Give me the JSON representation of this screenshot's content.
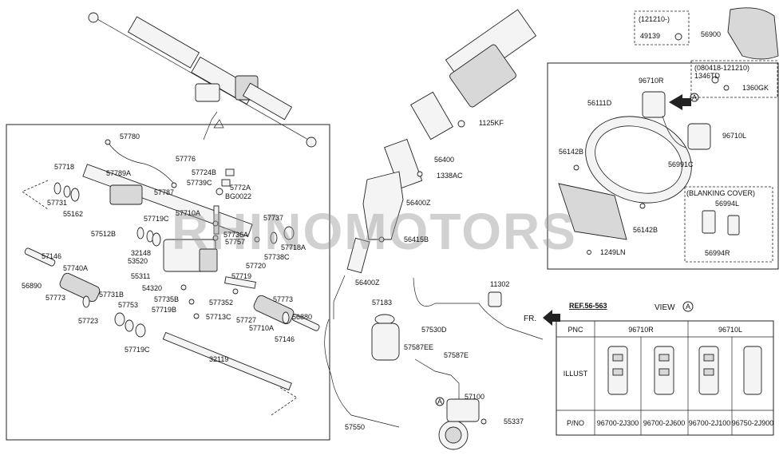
{
  "watermark": "RHINOMOTORS",
  "labels": {
    "p57780": "57780",
    "p57776": "57776",
    "p57718a": "57718",
    "p57724b": "57724B",
    "p57789a": "57789A",
    "p57787": "57787",
    "p57739c": "57739C",
    "p5772a": "5772A",
    "p57731": "57731",
    "pbg0022": "BG0022",
    "p55162": "55162",
    "p57710a_top": "57710A",
    "p57719c_top": "57719C",
    "p57737": "57737",
    "p57512b": "57512B",
    "p57736a": "57736A",
    "p32148": "32148",
    "p57757": "57757",
    "p57718a2": "57718A",
    "p53520": "53520",
    "p57738c": "57738C",
    "p57720": "57720",
    "p57146_l": "57146",
    "p57740a": "57740A",
    "p56890": "56890",
    "p55311": "55311",
    "p57719": "57719",
    "p54320": "54320",
    "p57773_l": "57773",
    "p57731b": "57731B",
    "p57735b": "57735B",
    "p57352": "577352",
    "p57773_r": "57773",
    "p57753": "57753",
    "p57719b": "57719B",
    "p57723": "57723",
    "p57713c": "57713C",
    "p57727": "57727",
    "p56880": "56880",
    "p57710a_bot": "57710A",
    "p57146_r": "57146",
    "p57719c_bot": "57719C",
    "p32119": "32119",
    "p1125kf": "1125KF",
    "p56400": "56400",
    "p1338ac": "1338AC",
    "p56400z": "56400Z",
    "p56415b": "56415B",
    "p56400z2": "56400Z",
    "p57183": "57183",
    "p57530d": "57530D",
    "p11302": "11302",
    "p57587ee": "57587EE",
    "p57587e": "57587E",
    "p57100": "57100",
    "p55337": "55337",
    "p57550": "57550",
    "pref": "REF.56-563",
    "pfr": "FR.",
    "p121210": "(121210-)",
    "p49139": "49139",
    "p56900": "56900",
    "p080418": "(080418-121210)",
    "p1346td": "1346TD",
    "p1360gk": "1360GK",
    "p96710r": "96710R",
    "p5611d": "56111D",
    "p96710l": "96710L",
    "p56142b_t": "56142B",
    "p56991c": "56991C",
    "pblank": "(BLANKING COVER)",
    "p56994l": "56994L",
    "p56142b_b": "56142B",
    "p56994r": "56994R",
    "p1249ln": "1249LN",
    "view": "VIEW",
    "view_a": "A",
    "arrow_a": "A",
    "arrow_a2": "A"
  },
  "table": {
    "pnc": "PNC",
    "col_r": "96710R",
    "col_l": "96710L",
    "illust": "ILLUST",
    "pno": "P/NO",
    "pnos": [
      "96700-2J300",
      "96700-2J600",
      "96700-2J100",
      "96750-2J900"
    ]
  }
}
